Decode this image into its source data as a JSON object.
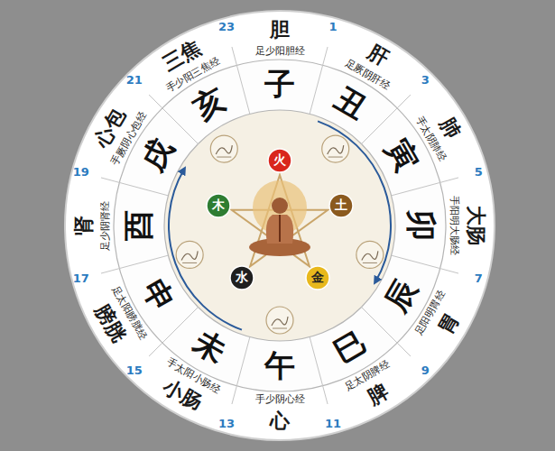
{
  "diagram": {
    "nodes": [
      {
        "text": [
          "火"
        ]
      },
      {
        "text": [
          "土"
        ]
      },
      {
        "text": [
          "金"
        ]
      },
      {
        "text": [
          "水"
        ]
      },
      {
        "text": [
          "木"
        ]
      }
    ],
    "labels": [
      "胆",
      "足少阳胆经",
      "子",
      "1",
      "肝",
      "足厥阴肝经",
      "丑",
      "3",
      "肺",
      "手太阴肺经",
      "寅",
      "5",
      "大肠",
      "手阳明大肠经",
      "卯",
      "7",
      "胃",
      "足阳明胃经",
      "辰",
      "9",
      "脾",
      "足太阴脾经",
      "巳",
      "11",
      "心",
      "手少阴心经",
      "午",
      "13",
      "小肠",
      "手太阳小肠经",
      "未",
      "15",
      "膀胱",
      "足太阳膀胱经",
      "申",
      "17",
      "肾",
      "足少阴肾经",
      "酉",
      "19",
      "心包",
      "手厥阴心包经",
      "戌",
      "21",
      "三焦",
      "手少阳三焦经",
      "亥",
      "23"
    ]
  }
}
